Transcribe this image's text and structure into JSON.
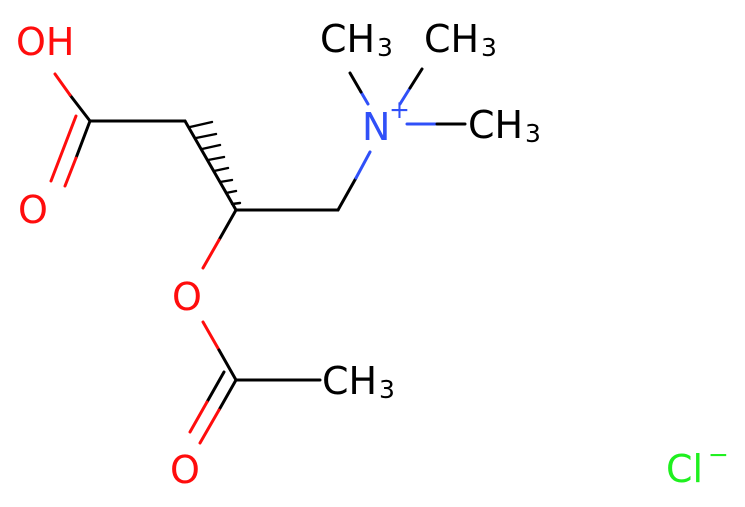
{
  "molecule": {
    "atoms": {
      "oh": {
        "text": "OH",
        "color": "#ff0d0d"
      },
      "carbonyl_o_acid": {
        "text": "O",
        "color": "#ff0d0d"
      },
      "ester_o": {
        "text": "O",
        "color": "#ff0d0d"
      },
      "carbonyl_o_ester": {
        "text": "O",
        "color": "#ff0d0d"
      },
      "nitrogen": {
        "text": "N",
        "charge": "+",
        "color": "#3050f8"
      },
      "methyl_n_left": {
        "main": "CH",
        "sub": "3",
        "color": "#000000"
      },
      "methyl_n_right": {
        "main": "CH",
        "sub": "3",
        "color": "#000000"
      },
      "methyl_n_lower": {
        "main": "CH",
        "sub": "3",
        "color": "#000000"
      },
      "methyl_acetyl": {
        "main": "CH",
        "sub": "3",
        "color": "#000000"
      },
      "counterion": {
        "text": "Cl",
        "charge": "−",
        "color": "#1ff01f"
      }
    }
  }
}
